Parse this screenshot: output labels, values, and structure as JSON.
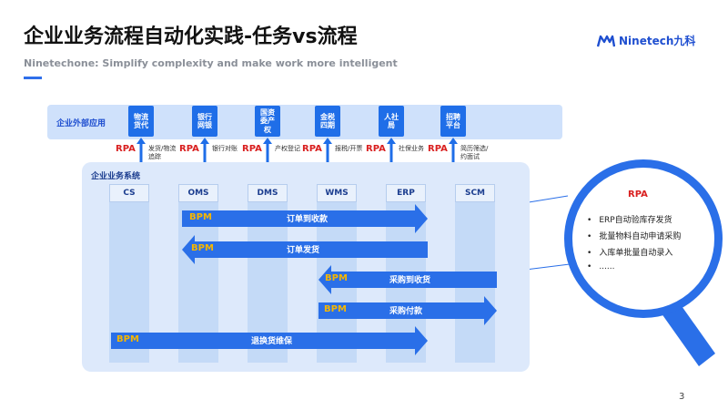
{
  "header": {
    "title": "企业业务流程自动化实践-任务vs流程",
    "subtitle": "Ninetechone: Simplify complexity and make work more intelligent"
  },
  "logo": {
    "text": "Ninetech九科"
  },
  "external": {
    "label": "企业外部应用",
    "apps": [
      {
        "lines": [
          "物流",
          "货代"
        ]
      },
      {
        "lines": [
          "银行",
          "网银"
        ]
      },
      {
        "lines": [
          "国资",
          "委产",
          "权"
        ]
      },
      {
        "lines": [
          "金税",
          "四期"
        ]
      },
      {
        "lines": [
          "人社",
          "局"
        ]
      },
      {
        "lines": [
          "招聘",
          "平台"
        ]
      }
    ]
  },
  "rpa_links": [
    {
      "tag": "RPA",
      "note_lines": [
        "发货/物流",
        "追踪"
      ]
    },
    {
      "tag": "RPA",
      "note_lines": [
        "银行对账"
      ]
    },
    {
      "tag": "RPA",
      "note_lines": [
        "产权登记"
      ]
    },
    {
      "tag": "RPA",
      "note_lines": [
        "报税/开票"
      ]
    },
    {
      "tag": "RPA",
      "note_lines": [
        "社保业务"
      ]
    },
    {
      "tag": "RPA",
      "note_lines": [
        "简历筛选/",
        "约面试"
      ]
    }
  ],
  "system": {
    "label": "企业业务系统",
    "columns": [
      "CS",
      "OMS",
      "DMS",
      "WMS",
      "ERP",
      "SCM"
    ]
  },
  "flows": [
    {
      "tag": "BPM",
      "label": "订单到收款",
      "direction": "right"
    },
    {
      "tag": "BPM",
      "label": "订单发货",
      "direction": "left"
    },
    {
      "tag": "BPM",
      "label": "采购到收货",
      "direction": "left"
    },
    {
      "tag": "BPM",
      "label": "采购付款",
      "direction": "right"
    },
    {
      "tag": "BPM",
      "label": "退换货维保",
      "direction": "right"
    }
  ],
  "rpa_panel": {
    "title": "RPA",
    "items": [
      "ERP自动验库存发货",
      "批量物料自动申请采购",
      "入库单批量自动录入",
      "......"
    ]
  },
  "page_number": "3",
  "colors": {
    "primary": "#1f6ee8",
    "rpa_red": "#d91f1f",
    "bpm_yellow": "#f6b600"
  },
  "icons": {
    "logo": "ninetech-logo-icon",
    "magnifier": "magnifier-icon"
  }
}
